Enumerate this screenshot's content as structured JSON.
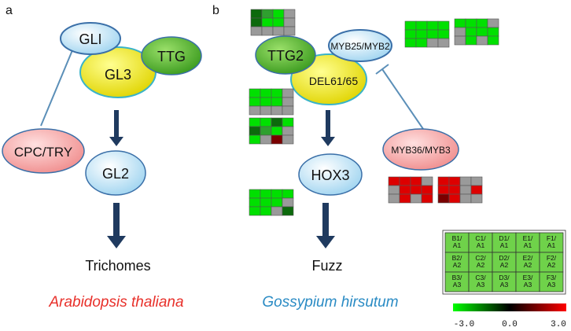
{
  "panels": {
    "a": "a",
    "b": "b"
  },
  "nodes": {
    "gli": "GLI",
    "gl3": "GL3",
    "ttg": "TTG",
    "cpc_try": "CPC/TRY",
    "gl2": "GL2",
    "ttg2": "TTG2",
    "myb25": "MYB25/MYB2",
    "del61": "DEL61/65",
    "hox3": "HOX3",
    "myb36": "MYB36/MYB3"
  },
  "outputs": {
    "trichomes": "Trichomes",
    "fuzz": "Fuzz"
  },
  "species": {
    "arabidopsis": "Arabidopsis thaliana",
    "gossypium": "Gossypium hirsutum"
  },
  "legend": {
    "key_labels": [
      [
        "B1/\nA1",
        "C1/\nA1",
        "D1/\nA1",
        "E1/\nA1",
        "F1/\nA1"
      ],
      [
        "B2/\nA2",
        "C2/\nA2",
        "D2/\nA2",
        "E2/\nA2",
        "F2/\nA2"
      ],
      [
        "B3/\nA3",
        "C3/\nA3",
        "D3/\nA3",
        "E3/\nA3",
        "F3/\nA3"
      ]
    ],
    "scale_min": "-3.0",
    "scale_mid": "0.0",
    "scale_max": "3.0"
  },
  "colors": {
    "ellipse_blue": "#bfe6f7",
    "ellipse_yellow": "#f2ea2a",
    "ellipse_green": "#4fae2e",
    "ellipse_red": "#f4a5a5",
    "arrow_navy": "#1f3a5f",
    "inhibit_line": "#5b8fb8",
    "species_red": "#e8302a",
    "species_blue": "#2a8bc4",
    "heat_green": "#00e000",
    "heat_red": "#dd0000",
    "heat_gray": "#9a9a9a"
  },
  "heatmaps": [
    {
      "id": "ttg2",
      "grid": [
        [
          "Gd",
          "Gm",
          "G",
          "N"
        ],
        [
          "Gd",
          "G",
          "G",
          "N"
        ],
        [
          "N",
          "N",
          "N",
          "N"
        ]
      ]
    },
    {
      "id": "myb25-left",
      "grid": [
        [
          "G",
          "G",
          "G",
          "G"
        ],
        [
          "G",
          "G",
          "G",
          "G"
        ],
        [
          "G",
          "G",
          "N",
          "N"
        ]
      ]
    },
    {
      "id": "myb25-right",
      "grid": [
        [
          "G",
          "G",
          "G",
          "N"
        ],
        [
          "N",
          "G",
          "G",
          "G"
        ],
        [
          "N",
          "G",
          "N",
          "G"
        ]
      ]
    },
    {
      "id": "del61-top",
      "grid": [
        [
          "G",
          "G",
          "G",
          "N"
        ],
        [
          "G",
          "G",
          "G",
          "N"
        ],
        [
          "N",
          "N",
          "N",
          "N"
        ]
      ]
    },
    {
      "id": "del61-bottom",
      "grid": [
        [
          "G",
          "G",
          "Gd",
          "G"
        ],
        [
          "Gd",
          "Gm",
          "G",
          "N"
        ],
        [
          "G",
          "N",
          "Rd",
          "N"
        ]
      ]
    },
    {
      "id": "hox3",
      "grid": [
        [
          "G",
          "G",
          "G",
          "G"
        ],
        [
          "G",
          "G",
          "G",
          "N"
        ],
        [
          "G",
          "G",
          "N",
          "Gd"
        ]
      ]
    },
    {
      "id": "myb36-left",
      "grid": [
        [
          "R",
          "R",
          "R",
          "N"
        ],
        [
          "N",
          "R",
          "R",
          "R"
        ],
        [
          "N",
          "R",
          "N",
          "R"
        ]
      ]
    },
    {
      "id": "myb36-right",
      "grid": [
        [
          "R",
          "R",
          "N",
          "N"
        ],
        [
          "R",
          "R",
          "N",
          "R"
        ],
        [
          "Rd",
          "R",
          "N",
          "N"
        ]
      ]
    }
  ]
}
